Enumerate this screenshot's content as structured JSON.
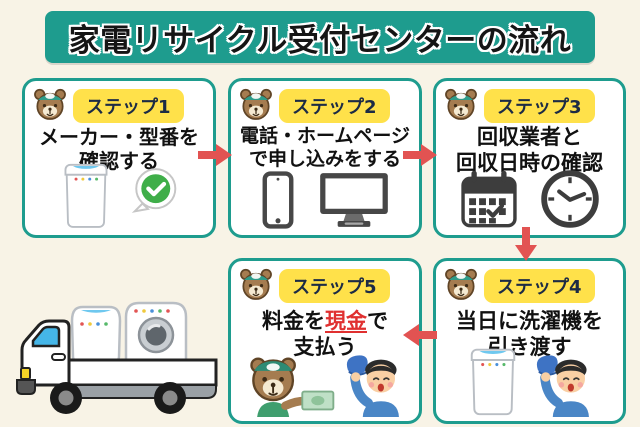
{
  "title": {
    "text": "家電リサイクル受付センターの流れ"
  },
  "steps": [
    {
      "badge": "ステップ1",
      "line1": "メーカー・型番を",
      "line2": "確認する",
      "icons": [
        "bear-mascot-icon",
        "washing-machine-icon",
        "check-bubble-icon"
      ]
    },
    {
      "badge": "ステップ2",
      "line1": "電話・ホームページ",
      "line2": "で申し込みをする",
      "icons": [
        "bear-mascot-icon",
        "smartphone-icon",
        "desktop-monitor-icon"
      ]
    },
    {
      "badge": "ステップ3",
      "line1": "回収業者と",
      "line2": "回収日時の確認",
      "icons": [
        "bear-mascot-icon",
        "calendar-icon",
        "clock-icon"
      ]
    },
    {
      "badge": "ステップ4",
      "line1": "当日に洗濯機を",
      "line2": "引き渡す",
      "icons": [
        "bear-mascot-icon",
        "washing-machine-icon",
        "man-with-cap-icon"
      ]
    },
    {
      "badge": "ステップ5",
      "line1_pre": "料金を",
      "line1_highlight": "現金",
      "line1_post": "で",
      "line2": "支払う",
      "icons": [
        "bear-mascot-icon",
        "bear-paying-money-icon",
        "man-with-cap-icon"
      ]
    }
  ],
  "flow": [
    "step1→step2",
    "step2→step3",
    "step3→step4",
    "step4→step5"
  ],
  "illustration": "pickup-truck-carrying-washing-machines",
  "colors": {
    "background": "#f8f3e6",
    "banner_bg": "#1e9c8e",
    "title_text": "#151515",
    "box_border": "#1e9c8e",
    "badge_bg": "#ffe14a",
    "badge_text": "#1c2b45",
    "step_text": "#111111",
    "highlight_red": "#e03030",
    "arrow_red": "#e25352"
  }
}
